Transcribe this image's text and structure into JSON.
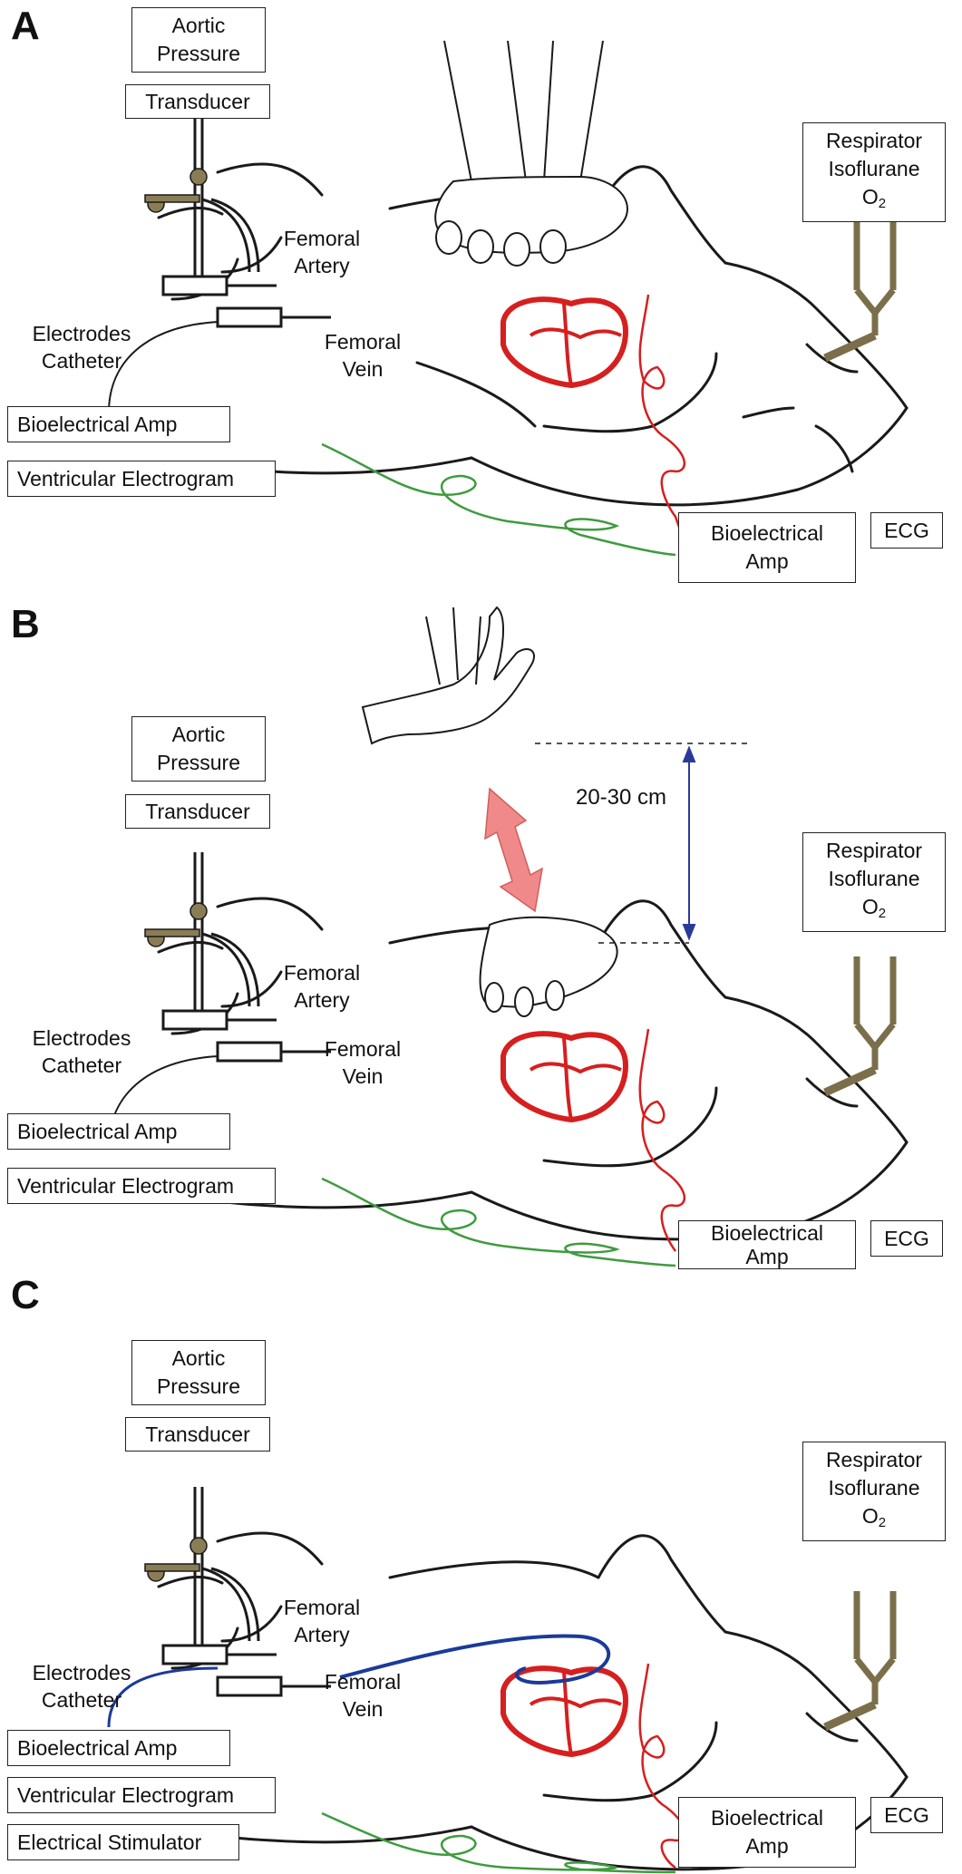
{
  "colors": {
    "outline": "#1a1a1a",
    "heart": "#d61f1f",
    "ecg_lead": "#d61f1f",
    "electrogram_lead": "#3f9b3f",
    "stimulator_catheter": "#1b3a9a",
    "respirator_tube": "#7a6f4a",
    "stopcock": "#8a7d55",
    "compression_arrow": "#f08a8a",
    "distance_arrow": "#2b3a9a"
  },
  "icons": [
    "syringe-stopcock-icon",
    "heart-icon",
    "rat-outline-icon",
    "hand-icon",
    "respirator-tube-icon"
  ],
  "panels": [
    {
      "letter": "A",
      "labels": {
        "aortic_pressure": [
          "Aortic",
          "Pressure"
        ],
        "transducer": "Transducer",
        "femoral_artery": [
          "Femoral",
          "Artery"
        ],
        "femoral_vein": [
          "Femoral",
          "Vein"
        ],
        "electrodes_catheter": [
          "Electrodes",
          "Catheter"
        ],
        "bioelectrical_amp_left": "Bioelectrical Amp",
        "ventricular_electrogram": "Ventricular Electrogram",
        "respirator": [
          "Respirator",
          "Isoflurane",
          "O"
        ],
        "o2_sub": "2",
        "bioelectrical_amp_right": [
          "Bioelectrical",
          "Amp"
        ],
        "ecg": "ECG"
      }
    },
    {
      "letter": "B",
      "distance": "20-30 cm",
      "labels": {
        "aortic_pressure": [
          "Aortic",
          "Pressure"
        ],
        "transducer": "Transducer",
        "femoral_artery": [
          "Femoral",
          "Artery"
        ],
        "femoral_vein": [
          "Femoral",
          "Vein"
        ],
        "electrodes_catheter": [
          "Electrodes",
          "Catheter"
        ],
        "bioelectrical_amp_left": "Bioelectrical Amp",
        "ventricular_electrogram": "Ventricular Electrogram",
        "respirator": [
          "Respirator",
          "Isoflurane",
          "O"
        ],
        "o2_sub": "2",
        "bioelectrical_amp_right": [
          "Bioelectrical",
          "Amp"
        ],
        "ecg": "ECG"
      }
    },
    {
      "letter": "C",
      "labels": {
        "aortic_pressure": [
          "Aortic",
          "Pressure"
        ],
        "transducer": "Transducer",
        "femoral_artery": [
          "Femoral",
          "Artery"
        ],
        "femoral_vein": [
          "Femoral",
          "Vein"
        ],
        "electrodes_catheter": [
          "Electrodes",
          "Catheter"
        ],
        "bioelectrical_amp_left": "Bioelectrical Amp",
        "ventricular_electrogram": "Ventricular Electrogram",
        "electrical_stimulator": "Electrical Stimulator",
        "respirator": [
          "Respirator",
          "Isoflurane",
          "O"
        ],
        "o2_sub": "2",
        "bioelectrical_amp_right": [
          "Bioelectrical",
          "Amp"
        ],
        "ecg": "ECG"
      }
    }
  ]
}
